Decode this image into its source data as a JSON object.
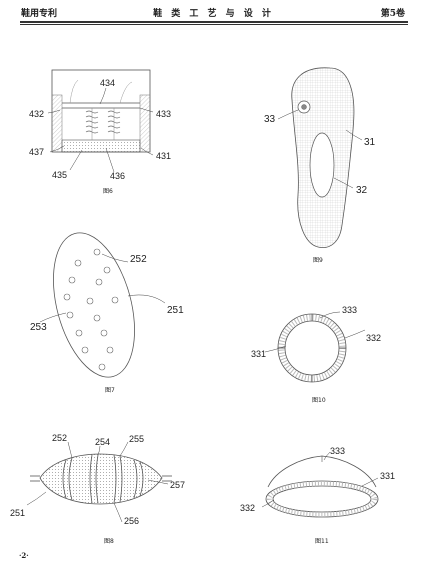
{
  "header": {
    "left": "鞋用专利",
    "center": "鞋 类 工 艺 与 设 计",
    "right": "第5卷"
  },
  "footer": {
    "page": "·2·"
  },
  "figures": [
    {
      "caption": "图6",
      "labels": [
        "434",
        "432",
        "433",
        "437",
        "431",
        "435",
        "436"
      ]
    },
    {
      "caption": "图9",
      "labels": [
        "33",
        "31",
        "32"
      ]
    },
    {
      "caption": "图7",
      "labels": [
        "252",
        "251",
        "253"
      ]
    },
    {
      "caption": "图10",
      "labels": [
        "333",
        "332",
        "331"
      ]
    },
    {
      "caption": "图8",
      "labels": [
        "252",
        "254",
        "255",
        "257",
        "251",
        "256"
      ]
    },
    {
      "caption": "图11",
      "labels": [
        "333",
        "331",
        "332"
      ]
    }
  ]
}
